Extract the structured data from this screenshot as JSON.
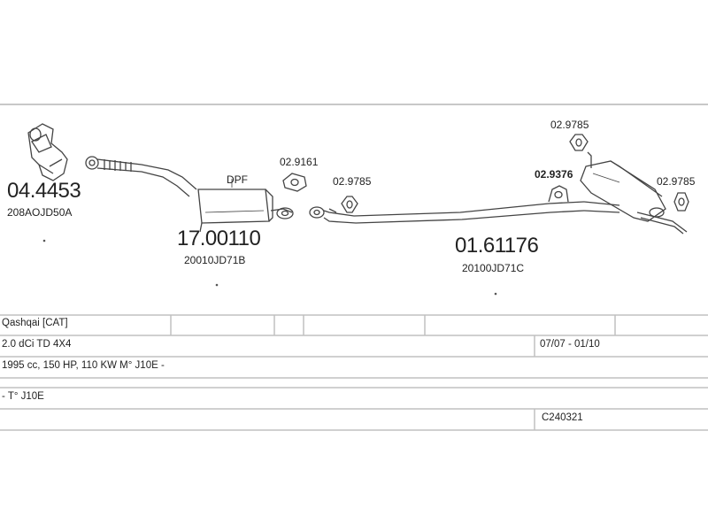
{
  "parts": {
    "catalyst": {
      "number": "04.4453",
      "oem": "208AOJD50A"
    },
    "dpf": {
      "label": "DPF",
      "number": "17.00110",
      "oem": "20010JD71B"
    },
    "middle": {
      "number": "01.61176",
      "oem": "20100JD71C"
    }
  },
  "fittings": {
    "gasket": "02.9161",
    "hanger_a": "02.9785",
    "hanger_b": "02.9785",
    "hanger_c": "02.9785",
    "clamp": "02.9376"
  },
  "table": {
    "row1": {
      "model": "Qashqai   [CAT]"
    },
    "row2": {
      "engine": "2.0 dCi TD 4X4",
      "years": "07/07 - 01/10"
    },
    "row3": {
      "spec": "1995 cc, 150 HP, 110 KW M° J10E -"
    },
    "row4": {
      "type": "- T° J10E"
    },
    "row5": {
      "code": "C240321"
    }
  },
  "colors": {
    "line": "#9a9a9a",
    "drawing": "#444444"
  }
}
